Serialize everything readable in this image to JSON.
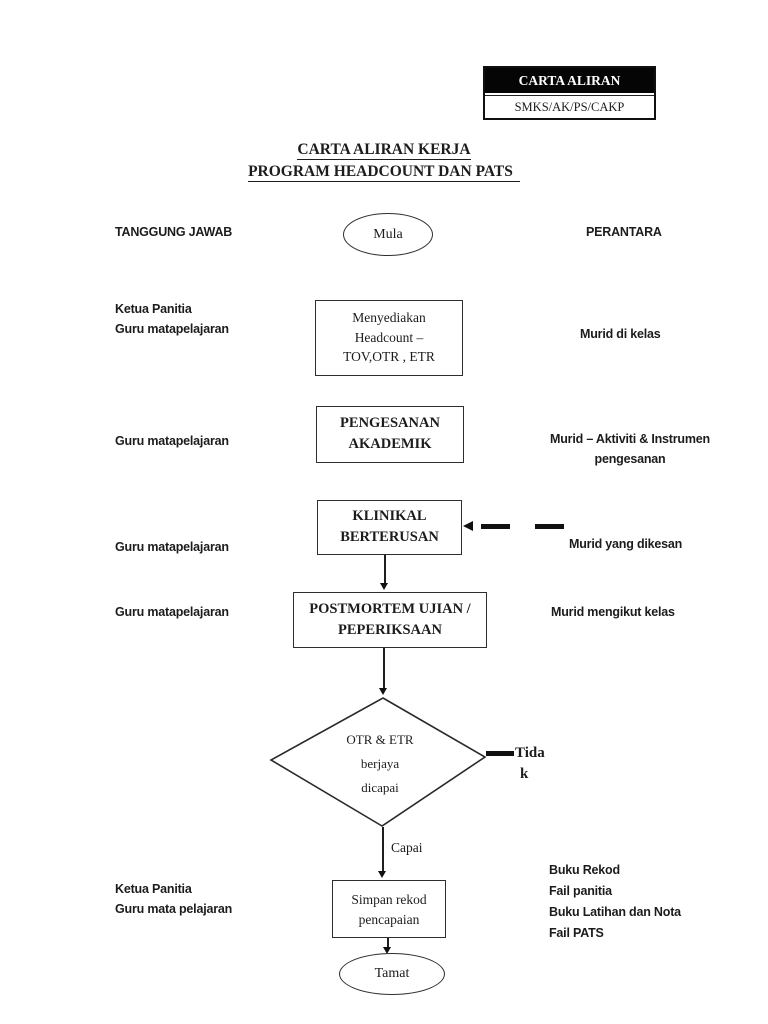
{
  "badge": {
    "title": "CARTA ALIRAN",
    "code": "SMKS/AK/PS/CAKP"
  },
  "title": {
    "line1": "CARTA ALIRAN KERJA",
    "line2": "PROGRAM HEADCOUNT DAN PATS"
  },
  "headers": {
    "left": "TANGGUNG JAWAB",
    "right": "PERANTARA"
  },
  "flow": {
    "start": "Mula",
    "box1": {
      "l1": "Menyediakan",
      "l2": "Headcount –",
      "l3": "TOV,OTR , ETR"
    },
    "box2": {
      "l1": "PENGESANAN",
      "l2": "AKADEMIK"
    },
    "box3": {
      "l1": "KLINIKAL",
      "l2": "BERTERUSAN"
    },
    "box4": {
      "l1": "POSTMORTEM UJIAN /",
      "l2": "PEPERIKSAAN"
    },
    "decision": {
      "l1": "OTR & ETR",
      "l2": "berjaya",
      "l3": "dicapai",
      "no1": "Tida",
      "no2": "k",
      "yes": "Capai"
    },
    "box5": {
      "l1": "Simpan rekod",
      "l2": "pencapaian"
    },
    "end": "Tamat"
  },
  "left_labels": {
    "row1a": "Ketua Panitia",
    "row1b": "Guru matapelajaran",
    "row2": "Guru matapelajaran",
    "row3": "Guru matapelajaran",
    "row4": "Guru matapelajaran",
    "row5a": "Ketua Panitia",
    "row5b": "Guru mata pelajaran"
  },
  "right_labels": {
    "row1": "Murid di kelas",
    "row2a": "Murid – Aktiviti & Instrumen",
    "row2b": "pengesanan",
    "row3": "Murid yang dikesan",
    "row4": "Murid mengikut kelas",
    "row5a": "Buku Rekod",
    "row5b": "Fail panitia",
    "row5c": "Buku Latihan dan Nota",
    "row5d": "Fail PATS"
  },
  "colors": {
    "ink": "#1c1c1c",
    "badge_bg": "#050505",
    "badge_text": "#ffffff",
    "page_bg": "#ffffff"
  }
}
